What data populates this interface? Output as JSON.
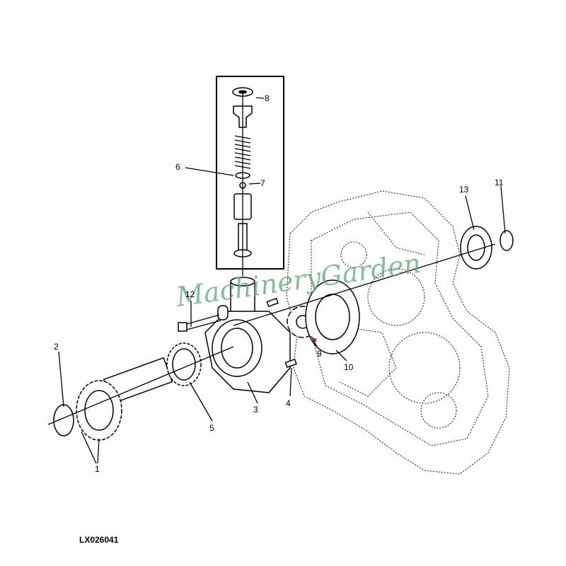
{
  "diagram": {
    "code": "LX026041",
    "watermark": "MachineryGarden",
    "labels": {
      "l1": "1",
      "l2": "2",
      "l3": "3",
      "l4": "4",
      "l5": "5",
      "l6": "6",
      "l7": "7",
      "l8": "8",
      "l9": "9",
      "l10": "10",
      "l11": "11",
      "l12": "12",
      "l13": "13"
    },
    "colors": {
      "watermark": "#5aa878",
      "marker": "#e03030"
    }
  }
}
